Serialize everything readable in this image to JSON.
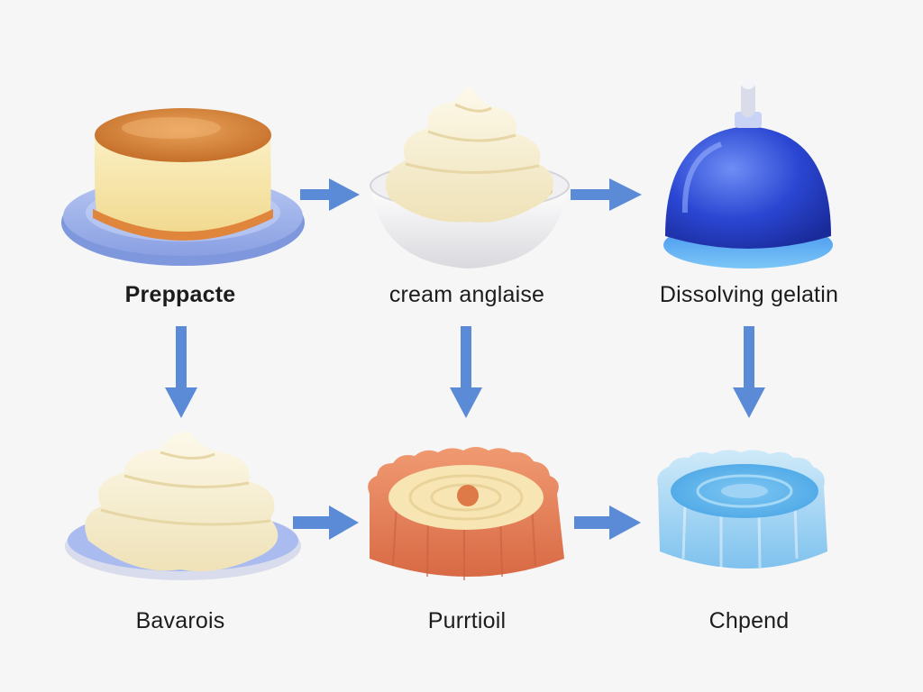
{
  "diagram": {
    "nodes": [
      {
        "id": "n1",
        "label": "Preppacte",
        "icon": "caramel-custard-pudding-icon"
      },
      {
        "id": "n2",
        "label": "cream anglaise",
        "icon": "whipped-cream-bowl-icon"
      },
      {
        "id": "n3",
        "label": "Dissolving gelatin",
        "icon": "blue-gelatin-dome-icon"
      },
      {
        "id": "n4",
        "label": "Bavarois",
        "icon": "whipped-cream-plate-icon"
      },
      {
        "id": "n5",
        "label": "Purrtioil",
        "icon": "orange-fluted-tart-mold-icon"
      },
      {
        "id": "n6",
        "label": "Chpend",
        "icon": "blue-fluted-mold-icon"
      }
    ],
    "edges": [
      {
        "from": "n1",
        "to": "n2"
      },
      {
        "from": "n2",
        "to": "n3"
      },
      {
        "from": "n1",
        "to": "n4"
      },
      {
        "from": "n2",
        "to": "n5"
      },
      {
        "from": "n3",
        "to": "n6"
      },
      {
        "from": "n4",
        "to": "n5"
      },
      {
        "from": "n5",
        "to": "n6"
      }
    ]
  },
  "colors": {
    "background": "#f6f6f7",
    "arrow": "#5b8bd6",
    "text": "#1c1c1c",
    "caramel": "#d98a3e",
    "custard": "#f7e6a8",
    "cream": "#f8f1da",
    "plate_blue": "#9fb3ea",
    "gelatin_blue": "#2f50d8",
    "tart_orange": "#e7845e",
    "mold_blue": "#a8d8f2"
  }
}
